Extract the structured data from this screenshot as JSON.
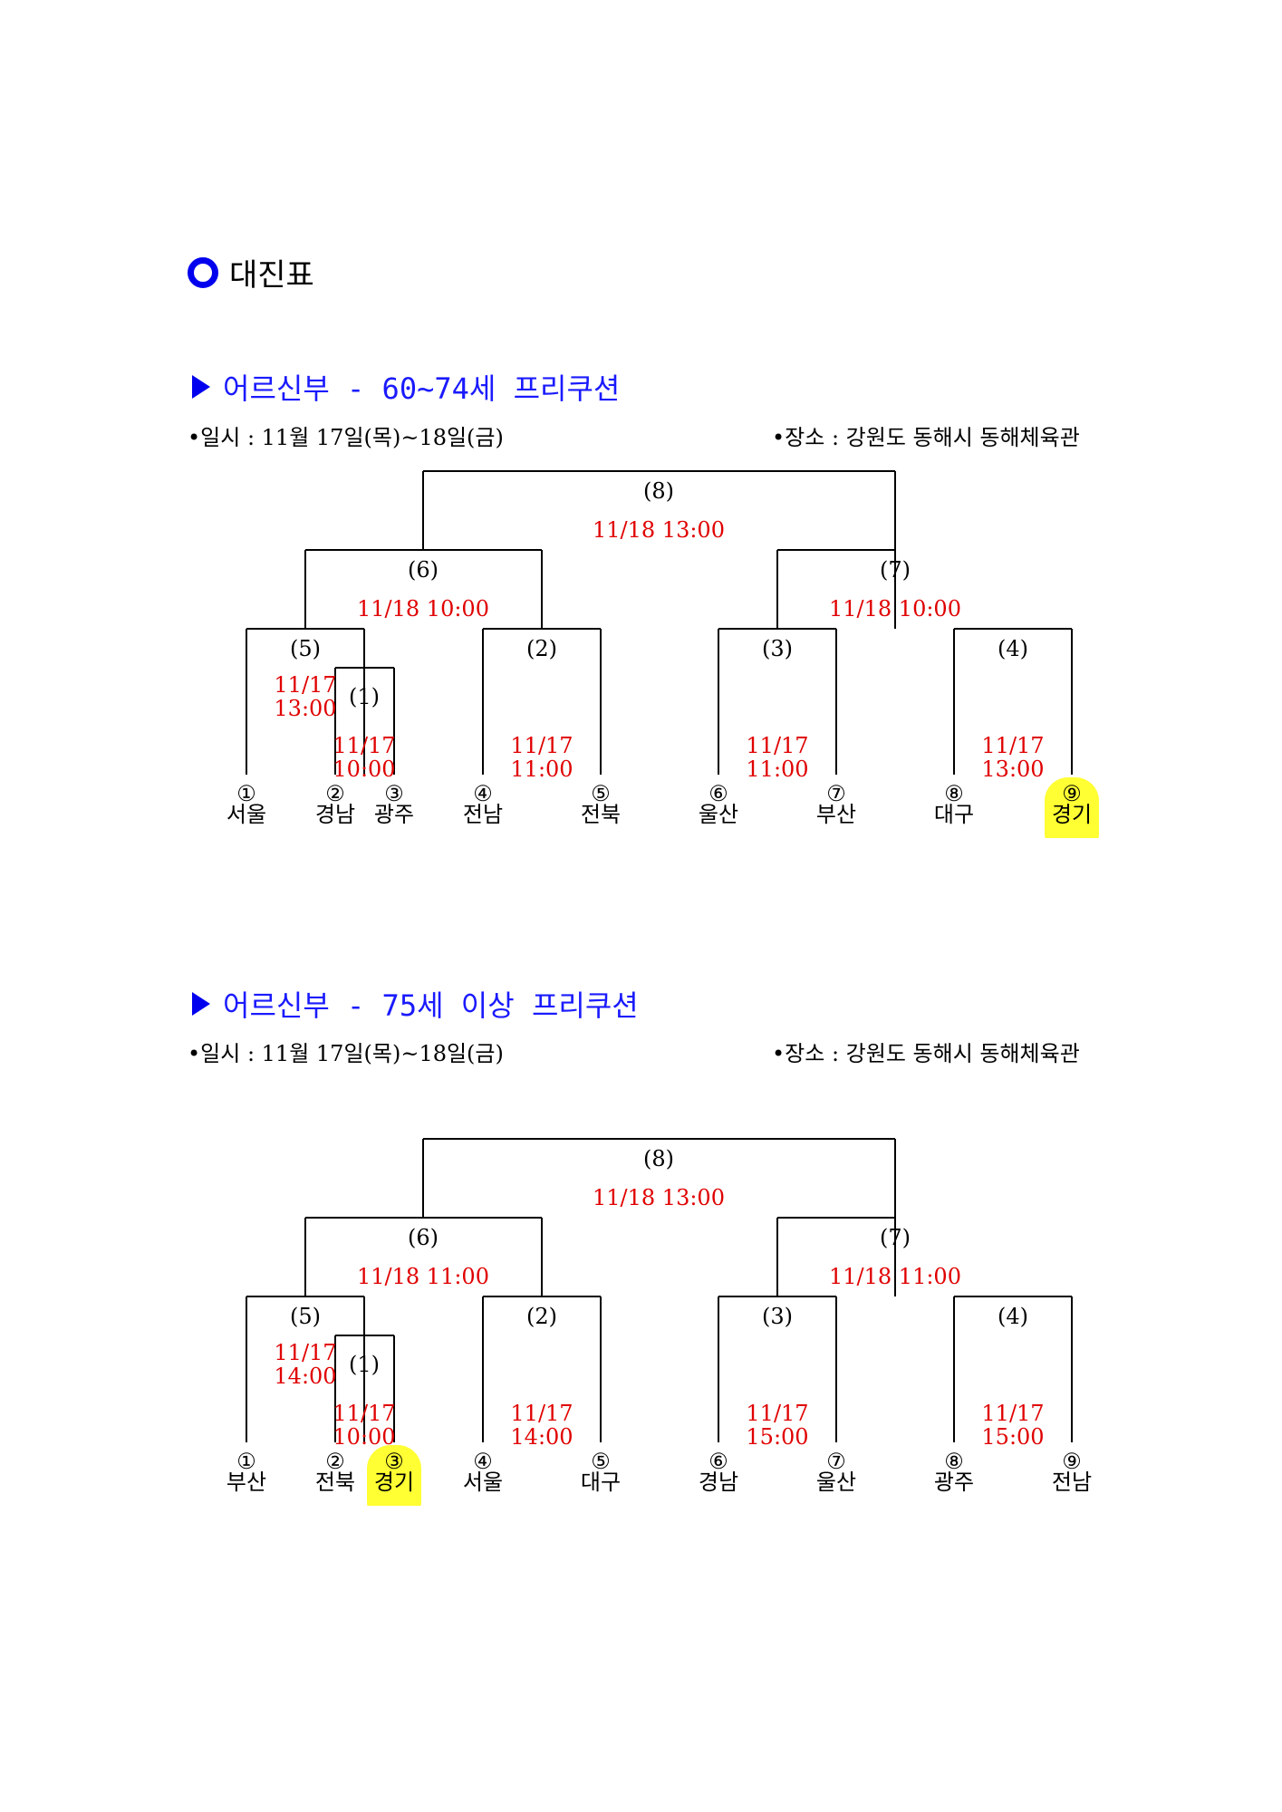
{
  "heading": {
    "title": "대진표"
  },
  "colors": {
    "accent_blue": "#0000ee",
    "time_red": "#e00000",
    "highlight": "#ffff33"
  },
  "sections": [
    {
      "title": "어르신부 - 60~74세 프리쿠션",
      "schedule": "•일시 : 11월 17일(목)~18일(금)",
      "venue": "•장소 : 강원도 동해시 동해체육관",
      "bracket": {
        "teams": [
          {
            "num": "①",
            "name": "서울",
            "highlight": false
          },
          {
            "num": "②",
            "name": "경남",
            "highlight": false
          },
          {
            "num": "③",
            "name": "광주",
            "highlight": false
          },
          {
            "num": "④",
            "name": "전남",
            "highlight": false
          },
          {
            "num": "⑤",
            "name": "전북",
            "highlight": false
          },
          {
            "num": "⑥",
            "name": "울산",
            "highlight": false
          },
          {
            "num": "⑦",
            "name": "부산",
            "highlight": false
          },
          {
            "num": "⑧",
            "name": "대구",
            "highlight": false
          },
          {
            "num": "⑨",
            "name": "경기",
            "highlight": true
          }
        ],
        "matches": {
          "m1": {
            "label": "(1)",
            "date": "11/17",
            "time": "10:00"
          },
          "m2": {
            "label": "(2)",
            "date": "11/17",
            "time": "11:00"
          },
          "m3": {
            "label": "(3)",
            "date": "11/17",
            "time": "11:00"
          },
          "m4": {
            "label": "(4)",
            "date": "11/17",
            "time": "13:00"
          },
          "m5": {
            "label": "(5)",
            "date": "11/17",
            "time": "13:00"
          },
          "m6": {
            "label": "(6)",
            "datetime": "11/18 10:00"
          },
          "m7": {
            "label": "(7)",
            "datetime": "11/18 10:00"
          },
          "m8": {
            "label": "(8)",
            "datetime": "11/18 13:00"
          }
        }
      }
    },
    {
      "title": "어르신부 - 75세 이상 프리쿠션",
      "schedule": "•일시 : 11월 17일(목)~18일(금)",
      "venue": "•장소 : 강원도 동해시 동해체육관",
      "bracket": {
        "teams": [
          {
            "num": "①",
            "name": "부산",
            "highlight": false
          },
          {
            "num": "②",
            "name": "전북",
            "highlight": false
          },
          {
            "num": "③",
            "name": "경기",
            "highlight": true
          },
          {
            "num": "④",
            "name": "서울",
            "highlight": false
          },
          {
            "num": "⑤",
            "name": "대구",
            "highlight": false
          },
          {
            "num": "⑥",
            "name": "경남",
            "highlight": false
          },
          {
            "num": "⑦",
            "name": "울산",
            "highlight": false
          },
          {
            "num": "⑧",
            "name": "광주",
            "highlight": false
          },
          {
            "num": "⑨",
            "name": "전남",
            "highlight": false
          }
        ],
        "matches": {
          "m1": {
            "label": "(1)",
            "date": "11/17",
            "time": "10:00"
          },
          "m2": {
            "label": "(2)",
            "date": "11/17",
            "time": "14:00"
          },
          "m3": {
            "label": "(3)",
            "date": "11/17",
            "time": "15:00"
          },
          "m4": {
            "label": "(4)",
            "date": "11/17",
            "time": "15:00"
          },
          "m5": {
            "label": "(5)",
            "date": "11/17",
            "time": "14:00"
          },
          "m6": {
            "label": "(6)",
            "datetime": "11/18 11:00"
          },
          "m7": {
            "label": "(7)",
            "datetime": "11/18 11:00"
          },
          "m8": {
            "label": "(8)",
            "datetime": "11/18 13:00"
          }
        }
      }
    }
  ]
}
